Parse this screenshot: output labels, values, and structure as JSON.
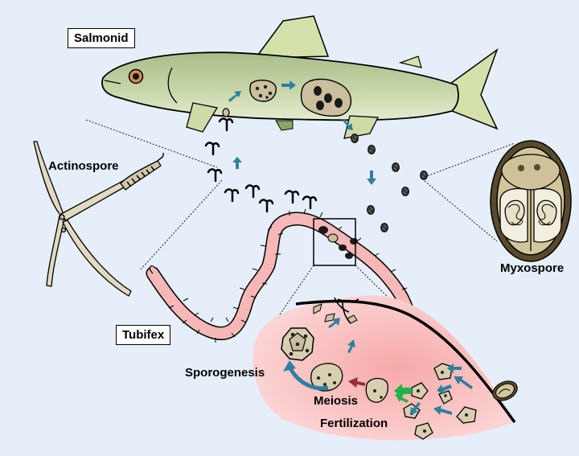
{
  "labels": {
    "salmonid": "Salmonid",
    "actinospore": "Actinospore",
    "myxospore": "Myxospore",
    "tubifex": "Tubifex",
    "sporogenesis": "Sporogenesis",
    "meiosis": "Meiosis",
    "fertilization": "Fertilization"
  },
  "colors": {
    "background": "#e6eff9",
    "fish_body": "#c3d3a4",
    "fish_fin": "#d9e4b4",
    "worm": "#f4b6b6",
    "tissue": "#f7c0c0",
    "cell": "#d8ceb0",
    "arrow_blue": "#2f7fa0",
    "arrow_green": "#22b24c",
    "arrow_red": "#9b2d2d"
  }
}
